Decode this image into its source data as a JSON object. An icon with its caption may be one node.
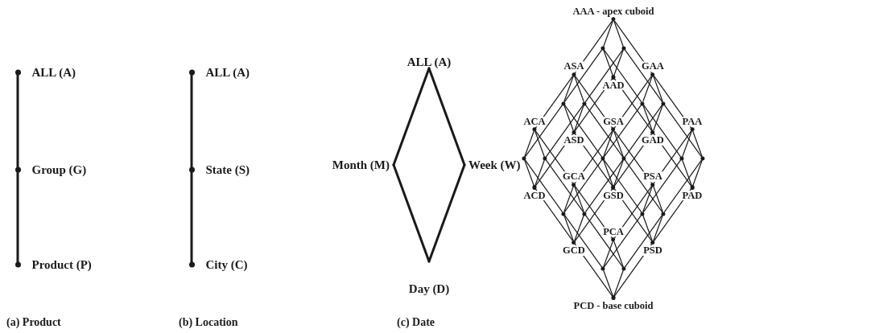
{
  "diagram": {
    "nodes": [
      {
        "text": [
          "ALL (A)"
        ]
      },
      {
        "text": [
          "Group (G)"
        ]
      },
      {
        "text": [
          "Product (P)"
        ]
      },
      {
        "text": [
          "ALL (A)"
        ]
      },
      {
        "text": [
          "State (S)"
        ]
      },
      {
        "text": [
          "City (C)"
        ]
      },
      {
        "text": [
          "ALL (A)"
        ]
      },
      {
        "text": [
          "Month (M)"
        ]
      },
      {
        "text": [
          "Week (W)"
        ]
      },
      {
        "text": [
          "Day (D)"
        ]
      },
      {
        "text": [
          "AAA - apex cuboid"
        ]
      },
      {
        "text": [],
        "shape": "circle"
      },
      {
        "text": [],
        "shape": "circle"
      },
      {
        "text": [
          "AAD"
        ]
      },
      {
        "text": [
          "ASA"
        ]
      },
      {
        "text": [],
        "shape": "circle"
      },
      {
        "text": [],
        "shape": "circle"
      },
      {
        "text": [
          "ASD"
        ]
      },
      {
        "text": [
          "ACA"
        ]
      },
      {
        "text": [],
        "shape": "circle"
      },
      {
        "text": [],
        "shape": "circle"
      },
      {
        "text": [
          "ACD"
        ]
      },
      {
        "text": [
          "GAA"
        ]
      },
      {
        "text": [],
        "shape": "circle"
      },
      {
        "text": [],
        "shape": "circle"
      },
      {
        "text": [
          "GAD"
        ]
      },
      {
        "text": [
          "GSA"
        ]
      },
      {
        "text": [],
        "shape": "circle"
      },
      {
        "text": [],
        "shape": "circle"
      },
      {
        "text": [
          "GSD"
        ]
      },
      {
        "text": [
          "GCA"
        ]
      },
      {
        "text": [],
        "shape": "circle"
      },
      {
        "text": [],
        "shape": "circle"
      },
      {
        "text": [
          "GCD"
        ]
      },
      {
        "text": [
          "PAA"
        ]
      },
      {
        "text": [],
        "shape": "circle"
      },
      {
        "text": [],
        "shape": "circle"
      },
      {
        "text": [
          "PAD"
        ]
      },
      {
        "text": [
          "PSA"
        ]
      },
      {
        "text": [],
        "shape": "circle"
      },
      {
        "text": [],
        "shape": "circle"
      },
      {
        "text": [
          "PSD"
        ]
      },
      {
        "text": [
          "PCA"
        ]
      },
      {
        "text": [],
        "shape": "circle"
      },
      {
        "text": [],
        "shape": "circle"
      },
      {
        "text": [
          "PCD - base cuboid"
        ]
      }
    ],
    "edges": [
      {
        "from": 0,
        "to": 1,
        "arrow": "none",
        "style": "thick"
      },
      {
        "from": 1,
        "to": 2,
        "arrow": "none",
        "style": "thick"
      },
      {
        "from": 3,
        "to": 4,
        "arrow": "none",
        "style": "thick"
      },
      {
        "from": 4,
        "to": 5,
        "arrow": "none",
        "style": "thick"
      },
      {
        "from": 6,
        "to": 7,
        "arrow": "none",
        "style": "thick"
      },
      {
        "from": 6,
        "to": 8,
        "arrow": "none",
        "style": "thick"
      },
      {
        "from": 7,
        "to": 9,
        "arrow": "none",
        "style": "thick"
      },
      {
        "from": 8,
        "to": 9,
        "arrow": "none",
        "style": "thick"
      },
      {
        "from": 10,
        "to": 22,
        "arrow": "none"
      },
      {
        "from": 11,
        "to": 23,
        "arrow": "none"
      },
      {
        "from": 12,
        "to": 24,
        "arrow": "none"
      },
      {
        "from": 13,
        "to": 25,
        "arrow": "none"
      },
      {
        "from": 14,
        "to": 26,
        "arrow": "none"
      },
      {
        "from": 15,
        "to": 27,
        "arrow": "none"
      },
      {
        "from": 16,
        "to": 28,
        "arrow": "none"
      },
      {
        "from": 17,
        "to": 29,
        "arrow": "none"
      },
      {
        "from": 18,
        "to": 30,
        "arrow": "none"
      },
      {
        "from": 19,
        "to": 31,
        "arrow": "none"
      },
      {
        "from": 20,
        "to": 32,
        "arrow": "none"
      },
      {
        "from": 21,
        "to": 33,
        "arrow": "none"
      },
      {
        "from": 22,
        "to": 34,
        "arrow": "none"
      },
      {
        "from": 23,
        "to": 35,
        "arrow": "none"
      },
      {
        "from": 24,
        "to": 36,
        "arrow": "none"
      },
      {
        "from": 25,
        "to": 37,
        "arrow": "none"
      },
      {
        "from": 26,
        "to": 38,
        "arrow": "none"
      },
      {
        "from": 27,
        "to": 39,
        "arrow": "none"
      },
      {
        "from": 28,
        "to": 40,
        "arrow": "none"
      },
      {
        "from": 29,
        "to": 41,
        "arrow": "none"
      },
      {
        "from": 30,
        "to": 42,
        "arrow": "none"
      },
      {
        "from": 31,
        "to": 43,
        "arrow": "none"
      },
      {
        "from": 32,
        "to": 44,
        "arrow": "none"
      },
      {
        "from": 33,
        "to": 45,
        "arrow": "none"
      },
      {
        "from": 10,
        "to": 14,
        "arrow": "none"
      },
      {
        "from": 11,
        "to": 15,
        "arrow": "none"
      },
      {
        "from": 12,
        "to": 16,
        "arrow": "none"
      },
      {
        "from": 13,
        "to": 17,
        "arrow": "none"
      },
      {
        "from": 14,
        "to": 18,
        "arrow": "none"
      },
      {
        "from": 15,
        "to": 19,
        "arrow": "none"
      },
      {
        "from": 16,
        "to": 20,
        "arrow": "none"
      },
      {
        "from": 17,
        "to": 21,
        "arrow": "none"
      },
      {
        "from": 22,
        "to": 26,
        "arrow": "none"
      },
      {
        "from": 23,
        "to": 27,
        "arrow": "none"
      },
      {
        "from": 24,
        "to": 28,
        "arrow": "none"
      },
      {
        "from": 25,
        "to": 29,
        "arrow": "none"
      },
      {
        "from": 26,
        "to": 30,
        "arrow": "none"
      },
      {
        "from": 27,
        "to": 31,
        "arrow": "none"
      },
      {
        "from": 28,
        "to": 32,
        "arrow": "none"
      },
      {
        "from": 29,
        "to": 33,
        "arrow": "none"
      },
      {
        "from": 34,
        "to": 38,
        "arrow": "none"
      },
      {
        "from": 35,
        "to": 39,
        "arrow": "none"
      },
      {
        "from": 36,
        "to": 40,
        "arrow": "none"
      },
      {
        "from": 37,
        "to": 41,
        "arrow": "none"
      },
      {
        "from": 38,
        "to": 42,
        "arrow": "none"
      },
      {
        "from": 39,
        "to": 43,
        "arrow": "none"
      },
      {
        "from": 40,
        "to": 44,
        "arrow": "none"
      },
      {
        "from": 41,
        "to": 45,
        "arrow": "none"
      },
      {
        "from": 10,
        "to": 11,
        "arrow": "none"
      },
      {
        "from": 10,
        "to": 12,
        "arrow": "none"
      },
      {
        "from": 11,
        "to": 13,
        "arrow": "none"
      },
      {
        "from": 12,
        "to": 13,
        "arrow": "none"
      },
      {
        "from": 14,
        "to": 15,
        "arrow": "none"
      },
      {
        "from": 14,
        "to": 16,
        "arrow": "none"
      },
      {
        "from": 15,
        "to": 17,
        "arrow": "none"
      },
      {
        "from": 16,
        "to": 17,
        "arrow": "none"
      },
      {
        "from": 18,
        "to": 19,
        "arrow": "none"
      },
      {
        "from": 18,
        "to": 20,
        "arrow": "none"
      },
      {
        "from": 19,
        "to": 21,
        "arrow": "none"
      },
      {
        "from": 20,
        "to": 21,
        "arrow": "none"
      },
      {
        "from": 22,
        "to": 23,
        "arrow": "none"
      },
      {
        "from": 22,
        "to": 24,
        "arrow": "none"
      },
      {
        "from": 23,
        "to": 25,
        "arrow": "none"
      },
      {
        "from": 24,
        "to": 25,
        "arrow": "none"
      },
      {
        "from": 26,
        "to": 27,
        "arrow": "none"
      },
      {
        "from": 26,
        "to": 28,
        "arrow": "none"
      },
      {
        "from": 27,
        "to": 29,
        "arrow": "none"
      },
      {
        "from": 28,
        "to": 29,
        "arrow": "none"
      },
      {
        "from": 30,
        "to": 31,
        "arrow": "none"
      },
      {
        "from": 30,
        "to": 32,
        "arrow": "none"
      },
      {
        "from": 31,
        "to": 33,
        "arrow": "none"
      },
      {
        "from": 32,
        "to": 33,
        "arrow": "none"
      },
      {
        "from": 34,
        "to": 35,
        "arrow": "none"
      },
      {
        "from": 34,
        "to": 36,
        "arrow": "none"
      },
      {
        "from": 35,
        "to": 37,
        "arrow": "none"
      },
      {
        "from": 36,
        "to": 37,
        "arrow": "none"
      },
      {
        "from": 38,
        "to": 39,
        "arrow": "none"
      },
      {
        "from": 38,
        "to": 40,
        "arrow": "none"
      },
      {
        "from": 39,
        "to": 41,
        "arrow": "none"
      },
      {
        "from": 40,
        "to": 41,
        "arrow": "none"
      },
      {
        "from": 42,
        "to": 43,
        "arrow": "none"
      },
      {
        "from": 42,
        "to": 44,
        "arrow": "none"
      },
      {
        "from": 43,
        "to": 45,
        "arrow": "none"
      },
      {
        "from": 44,
        "to": 45,
        "arrow": "none"
      }
    ],
    "labels": [
      "(a) Product",
      "(b) Location",
      "(c) Date"
    ]
  }
}
